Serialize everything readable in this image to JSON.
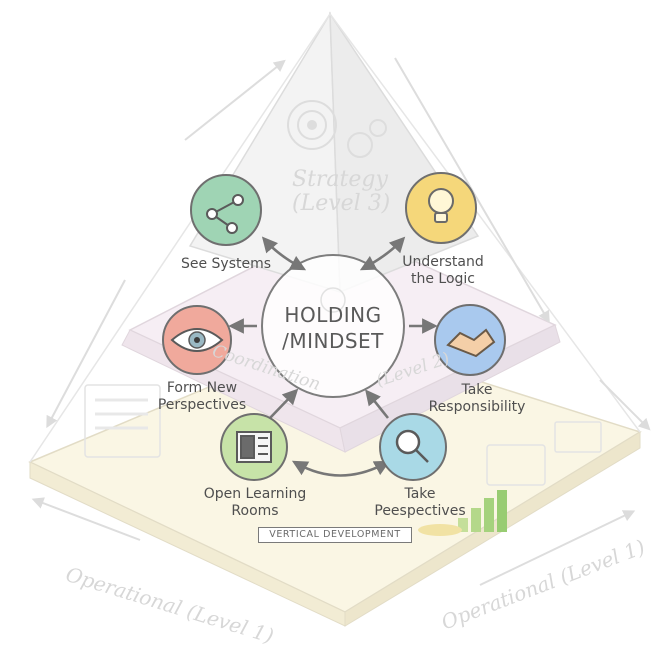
{
  "center": {
    "line1": "HOLDING",
    "line2": "/MINDSET"
  },
  "levels": {
    "strategy_line1": "Strategy",
    "strategy_line2": "(Level 3)",
    "coordination": "Coordination",
    "level2": "(Level 2)",
    "operational_left": "Operational (Level 1)",
    "operational_right": "Operational (Level 1)"
  },
  "nodes": {
    "see_systems": {
      "label": "See Systems",
      "icon": "network-icon",
      "color": "#9fd4b4"
    },
    "understand_logic": {
      "line1": "Understand",
      "line2": "the Logic",
      "icon": "lightbulb-icon",
      "color": "#f5d77a"
    },
    "form_perspectives": {
      "line1": "Form New",
      "line2": "Perspectives",
      "icon": "eye-icon",
      "color": "#f0a99c"
    },
    "take_responsibility": {
      "line1": "Take",
      "line2": "Responsibility",
      "icon": "handshake-icon",
      "color": "#a9c9ee"
    },
    "open_learning": {
      "line1": "Open Learning",
      "line2": "Rooms",
      "icon": "door-icon",
      "color": "#c7e3a8"
    },
    "take_peespectives": {
      "line1": "Take",
      "line2": "Peespectives",
      "icon": "magnifier-icon",
      "color": "#a9d9e6"
    }
  },
  "badge": "VERTICAL DEVELOPMENT"
}
